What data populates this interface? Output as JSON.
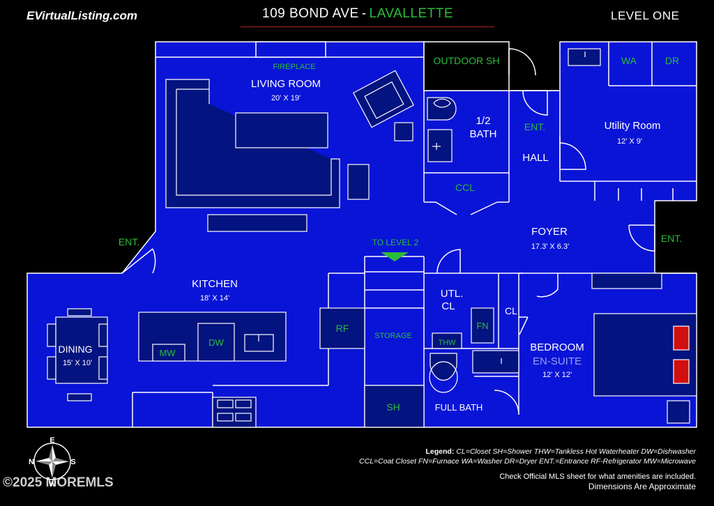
{
  "header": {
    "brand": "EVirtualListing.com",
    "address": "109 BOND AVE",
    "separator": "-",
    "city": "LAVALLETTE",
    "level": "LEVEL ONE"
  },
  "rooms": {
    "living": {
      "name": "LIVING ROOM",
      "dims": "20' X 19'"
    },
    "fireplace": "FIREPLACE",
    "outdoor_shower": "OUTDOOR SH",
    "half_bath": {
      "line1": "1/2",
      "line2": "BATH"
    },
    "ccl": "CCL",
    "hall": "HALL",
    "hall_ent": "ENT.",
    "wa": "WA",
    "dr": "DR",
    "utility": {
      "name": "Utility Room",
      "dims": "12' X 9'"
    },
    "foyer": {
      "name": "FOYER",
      "dims": "17.3' X 6.3'"
    },
    "ent_right": "ENT.",
    "ent_left": "ENT.",
    "to_level2": "TO LEVEL 2",
    "kitchen": {
      "name": "KITCHEN",
      "dims": "18' X 14'"
    },
    "utl_cl": {
      "line1": "UTL.",
      "line2": "CL"
    },
    "cl": "CL",
    "rf": "RF",
    "storage": "STORAGE",
    "thw": "THW",
    "fn": "FN",
    "mw": "MW",
    "dw": "DW",
    "dining": {
      "name": "DINING",
      "dims": "15' X 10'"
    },
    "sh": "SH",
    "full_bath": "FULL BATH",
    "bedroom": {
      "name": "BEDROOM",
      "sub": "EN-SUITE",
      "dims": "12' X 12'"
    }
  },
  "compass": {
    "n": "N",
    "e": "E",
    "s": "S",
    "w": "W"
  },
  "legend": {
    "heading": "Legend:",
    "line1": "CL=Closet  SH=Shower  THW=Tankless Hot Waterheater DW=Dishwasher",
    "line2": "CCL=Coat Closet FN=Furnace WA=Washer DR=Dryer  ENT.=Entrance RF-Refrigerator MW=Microwave",
    "line3": "Check Official MLS sheet for what amenities are included.",
    "line4": "Dimensions Are Approximate"
  },
  "copyright": "©2025 MOREMLS",
  "colors": {
    "background": "#000000",
    "floor": "#0a14d6",
    "wall": "#ffffff",
    "fixture": "#03137f",
    "label": "#ffffff",
    "accent_green": "#2bbd3a",
    "title_rule": "#b3262a",
    "burner": "#ff2020"
  }
}
